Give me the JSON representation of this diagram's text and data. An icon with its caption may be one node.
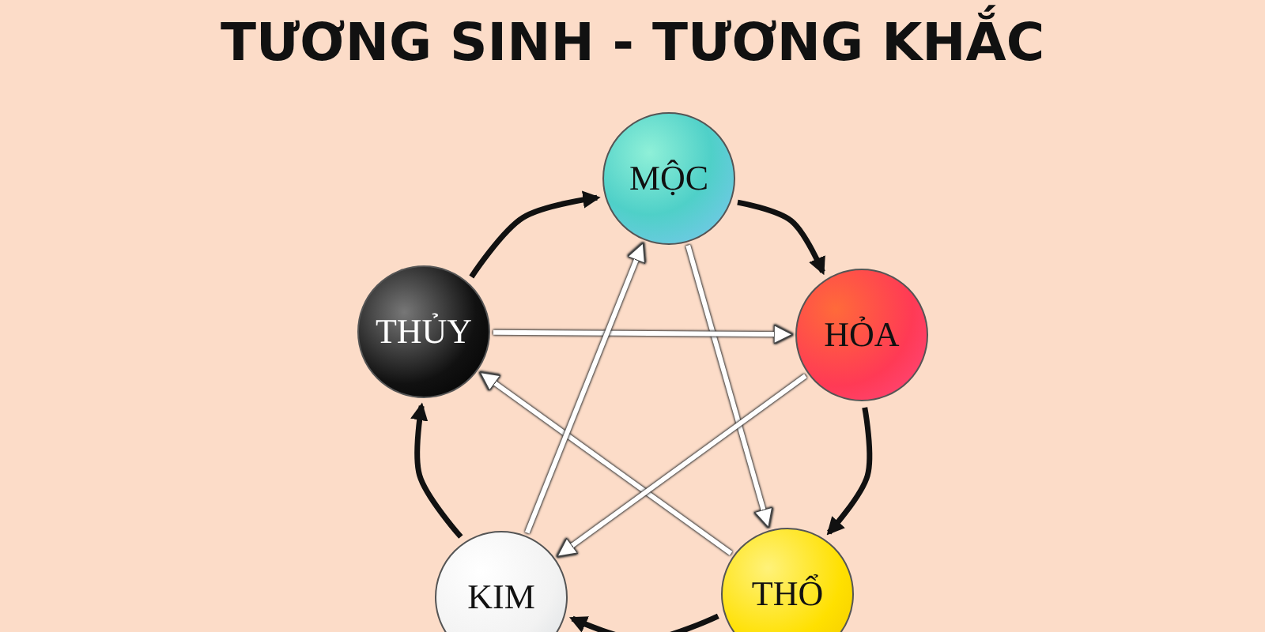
{
  "diagram": {
    "title": "TƯƠNG SINH - TƯƠNG KHẮC",
    "nodes": [
      {
        "text": [
          "MỘC"
        ]
      },
      {
        "text": [
          "HỎA"
        ]
      },
      {
        "text": [
          "THỔ"
        ]
      },
      {
        "text": [
          "KIM"
        ]
      },
      {
        "text": [
          "THỦY"
        ]
      }
    ],
    "edges": [
      {
        "from": 0,
        "to": 1,
        "arrow": "to"
      },
      {
        "from": 1,
        "to": 2,
        "arrow": "to"
      },
      {
        "from": 2,
        "to": 3,
        "arrow": "to"
      },
      {
        "from": 3,
        "to": 4,
        "arrow": "to"
      },
      {
        "from": 4,
        "to": 0,
        "arrow": "to"
      },
      {
        "from": 0,
        "to": 2,
        "arrow": "to",
        "color": "#ffffff"
      },
      {
        "from": 2,
        "to": 4,
        "arrow": "to",
        "color": "#ffffff"
      },
      {
        "from": 4,
        "to": 1,
        "arrow": "to",
        "color": "#ffffff"
      },
      {
        "from": 1,
        "to": 3,
        "arrow": "to",
        "color": "#ffffff"
      },
      {
        "from": 3,
        "to": 0,
        "arrow": "to",
        "color": "#ffffff"
      }
    ]
  }
}
